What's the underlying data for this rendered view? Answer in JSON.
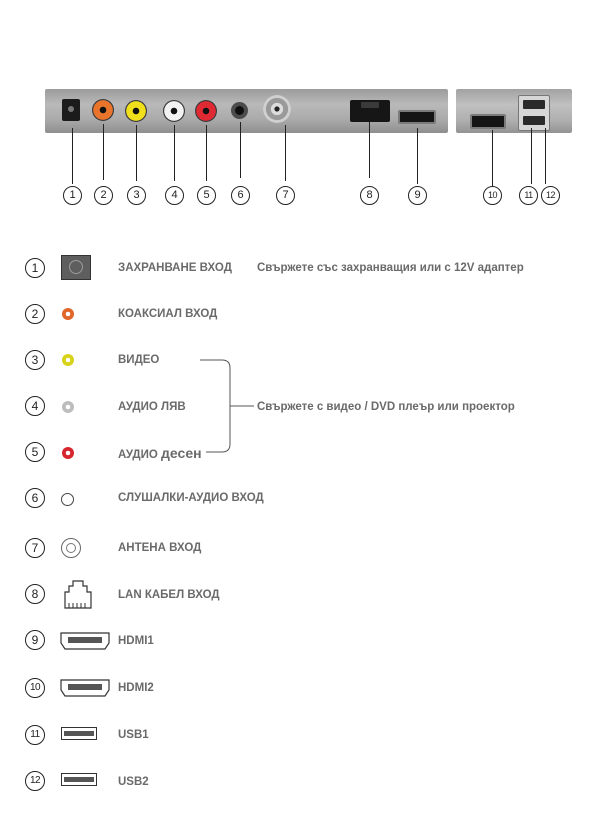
{
  "callouts": [
    "1",
    "2",
    "3",
    "4",
    "5",
    "6",
    "7",
    "8",
    "9",
    "10",
    "11",
    "12"
  ],
  "rows": [
    {
      "num": "1",
      "icon": "power-input-icon",
      "label": "ЗАХРАНВАНЕ ВХОД",
      "desc": "Свържете със захранващия или с 12V адаптер"
    },
    {
      "num": "2",
      "icon": "coaxial-jack-icon",
      "label": "КОАКСИАЛ ВХОД",
      "color": "#e0662a"
    },
    {
      "num": "3",
      "icon": "video-jack-icon",
      "label": "ВИДЕО",
      "color": "#d7d21a"
    },
    {
      "num": "4",
      "icon": "audio-left-jack-icon",
      "label": "АУДИО ЛЯВ",
      "color": "#bdbdbd"
    },
    {
      "num": "5",
      "icon": "audio-right-jack-icon",
      "label_a": "АУДИО ",
      "label_b": "десен",
      "color": "#d6262e"
    },
    {
      "num": "6",
      "icon": "headphone-jack-icon",
      "label": "СЛУШАЛКИ-АУДИО ВХОД"
    },
    {
      "num": "7",
      "icon": "antenna-jack-icon",
      "label": "АНТЕНА ВХОД"
    },
    {
      "num": "8",
      "icon": "lan-port-icon",
      "label": "LAN КАБЕЛ ВХОД"
    },
    {
      "num": "9",
      "icon": "hdmi-port-icon",
      "label": "HDMI1"
    },
    {
      "num": "10",
      "icon": "hdmi-port-icon",
      "label": "HDMI2"
    },
    {
      "num": "11",
      "icon": "usb-port-icon",
      "label": "USB1"
    },
    {
      "num": "12",
      "icon": "usb-port-icon",
      "label": "USB2"
    }
  ],
  "group_desc": "Свържете с видео / DVD плеър или проектор"
}
